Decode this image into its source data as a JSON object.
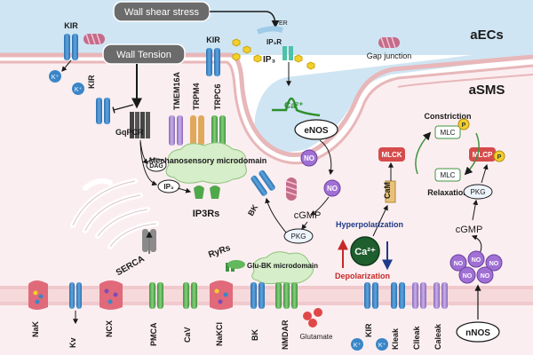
{
  "title": {
    "aecs": "aECs",
    "asms": "aSMS"
  },
  "callouts": {
    "wall_shear_stress": "Wall shear stress",
    "wall_tension": "Wall Tension"
  },
  "labels": {
    "kir_ec": "KIR",
    "k_plus": "K⁺",
    "gap_junction": "Gap junction",
    "er": "ER",
    "ip3r": "IP₃R",
    "ip3_ec": "IP₃",
    "kir_ec2": "KIR",
    "ca2_ec": "Ca²⁺",
    "enos": "eNOS",
    "no": "NO",
    "kir_sm": "KIR",
    "gqpcr": "GqPCR",
    "tmem16a": "TMEM16A",
    "trpm4": "TRPM4",
    "trpc6": "TRPC6",
    "dag": "DAG",
    "ip3_sm": "IP₃",
    "mechano_domain": "Mechanosensory microdomain",
    "ip3rs": "IP3Rs",
    "ryrs": "RyRs",
    "bk": "BK",
    "cgmp": "cGMP",
    "pkg": "PKG",
    "hyperpolarization": "Hyperpolarization",
    "depolarization": "Depolarization",
    "ca2_center": "Ca²⁺",
    "cam": "CaM",
    "mlck": "MLCK",
    "mlcp": "MLCP",
    "mlc": "MLC",
    "p": "P",
    "constriction": "Constriction",
    "relaxation": "Relaxation",
    "pkg_right": "PKG",
    "cgmp_right": "cGMP",
    "nnos": "nNOS",
    "serca": "SERCA",
    "glu_bk_domain": "Glu-BK microdomain",
    "glutamate": "Glutamate",
    "nak": "NaK",
    "kv": "Kv",
    "ncx": "NCX",
    "pmca": "PMCA",
    "cav": "CaV",
    "nakcl": "NaKCl",
    "bk_bottom": "BK",
    "nmdar": "NMDAR",
    "kir_bottom": "KIR",
    "kleak": "Kleak",
    "clleak": "Clleak",
    "caleak": "Caleak"
  },
  "colors": {
    "ec_bg": "#cfe5f3",
    "ec_membrane": "#e8b7b9",
    "sm_bg": "#fbeef0",
    "channel_blue": "#3a86c8",
    "channel_green": "#62b85c",
    "channel_purple": "#a98ad1",
    "channel_pink": "#e06a7a",
    "no_purple": "#a070d4",
    "ca_green": "#1f5e2e",
    "domain_green": "#d6eec9",
    "callout_grey": "#6b6b6b",
    "red": "#c62828",
    "navy": "#1e3a8a"
  }
}
